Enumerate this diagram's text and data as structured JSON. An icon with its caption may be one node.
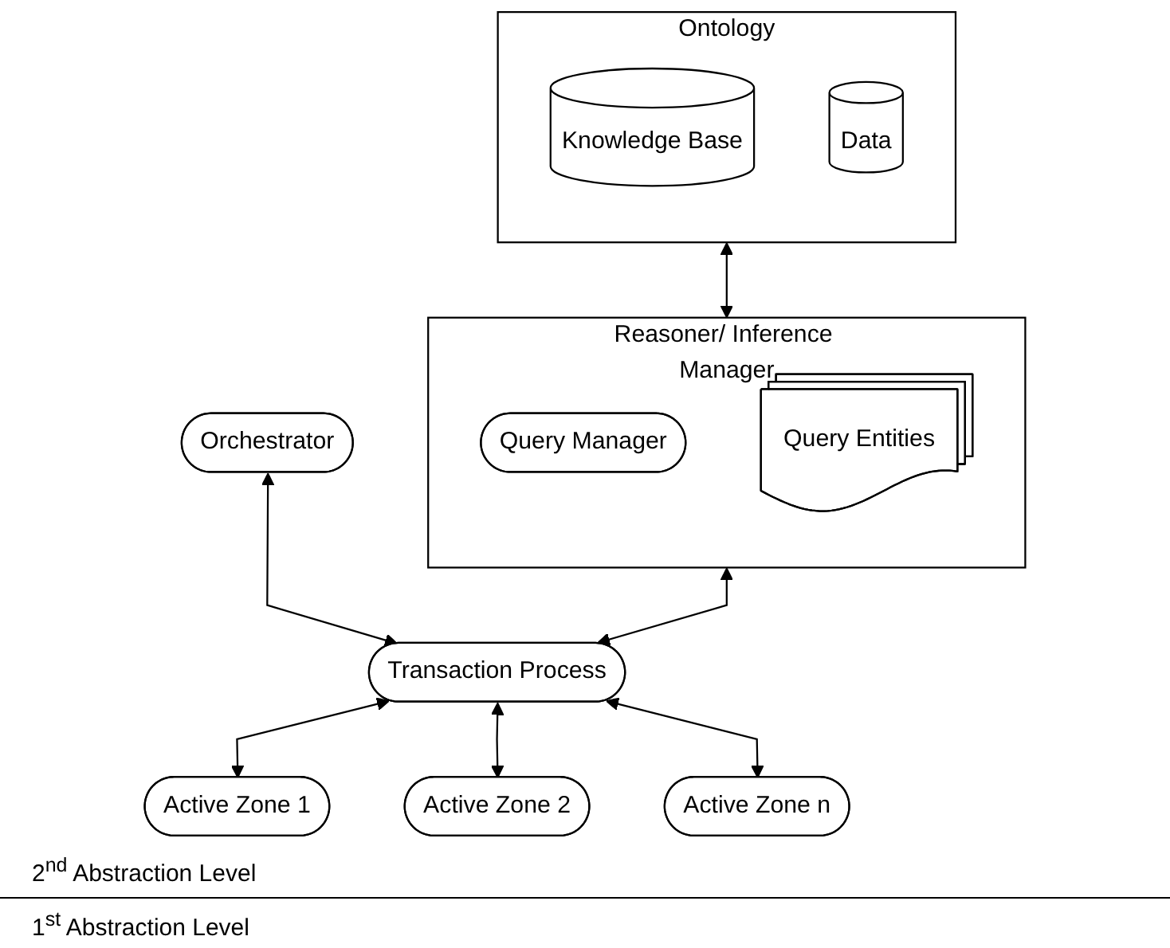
{
  "diagram": {
    "nodes": [
      {
        "text": [
          "Ontology"
        ]
      },
      {
        "text": [
          "Knowledge Base"
        ],
        "in": 0
      },
      {
        "text": [
          "Data"
        ],
        "in": 0
      },
      {
        "text": [
          "Reasoner/ Inference Manager"
        ]
      },
      {
        "text": [
          "Query Manager"
        ],
        "in": 3
      },
      {
        "text": [
          "Query Entities"
        ],
        "in": 3
      },
      {
        "text": [
          "Orchestrator"
        ]
      },
      {
        "text": [
          "Transaction Process"
        ]
      },
      {
        "text": [
          "Active Zone 1"
        ]
      },
      {
        "text": [
          "Active Zone 2"
        ]
      },
      {
        "text": [
          "Active Zone n"
        ]
      }
    ],
    "edges": [
      {
        "from": 0,
        "to": 3,
        "arrow": "both"
      },
      {
        "from": 3,
        "to": 7,
        "arrow": "both"
      },
      {
        "from": 6,
        "to": 7,
        "arrow": "both"
      },
      {
        "from": 7,
        "to": 8,
        "arrow": "both"
      },
      {
        "from": 7,
        "to": 9,
        "arrow": "both"
      },
      {
        "from": 7,
        "to": 10,
        "arrow": "both"
      }
    ],
    "labels": [
      "2$^{nd}$ Abstraction Level",
      "1$^{st}$ Abstraction Level"
    ]
  }
}
